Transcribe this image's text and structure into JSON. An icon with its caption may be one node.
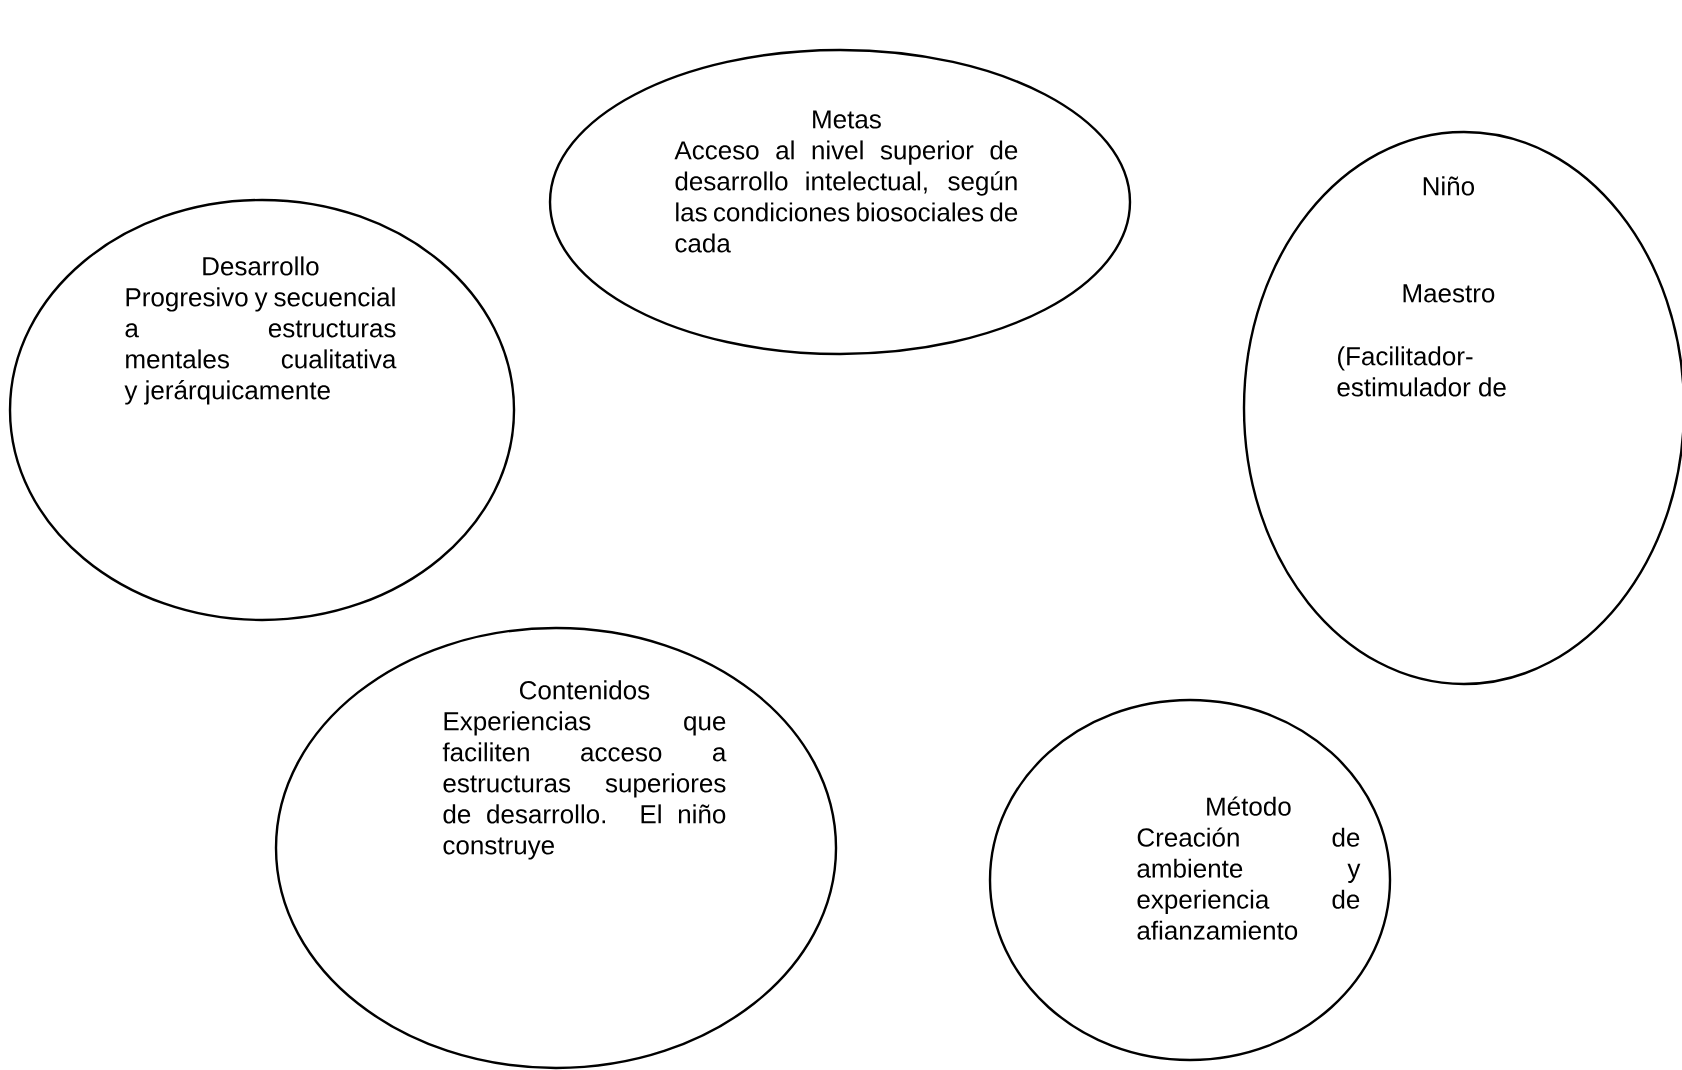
{
  "diagram": {
    "nodes": [
      {
        "text": [
          "Desarrollo",
          "Progresivo y secuencial a estructuras mentales cualitativa y jerárquicamente"
        ]
      },
      {
        "text": [
          "Metas",
          "Acceso al nivel superior de desarrollo intelectual, según las condiciones biosociales de cada"
        ]
      },
      {
        "text": [
          "Niño",
          "Maestro",
          "(Facilitador- estimulador de"
        ]
      },
      {
        "text": [
          "Contenidos",
          "Experiencias que faciliten acceso a estructuras superiores de desarrollo. El niño construye"
        ]
      },
      {
        "text": [
          "Método",
          "Creación de ambiente y experiencia de afianzamiento"
        ]
      }
    ]
  }
}
